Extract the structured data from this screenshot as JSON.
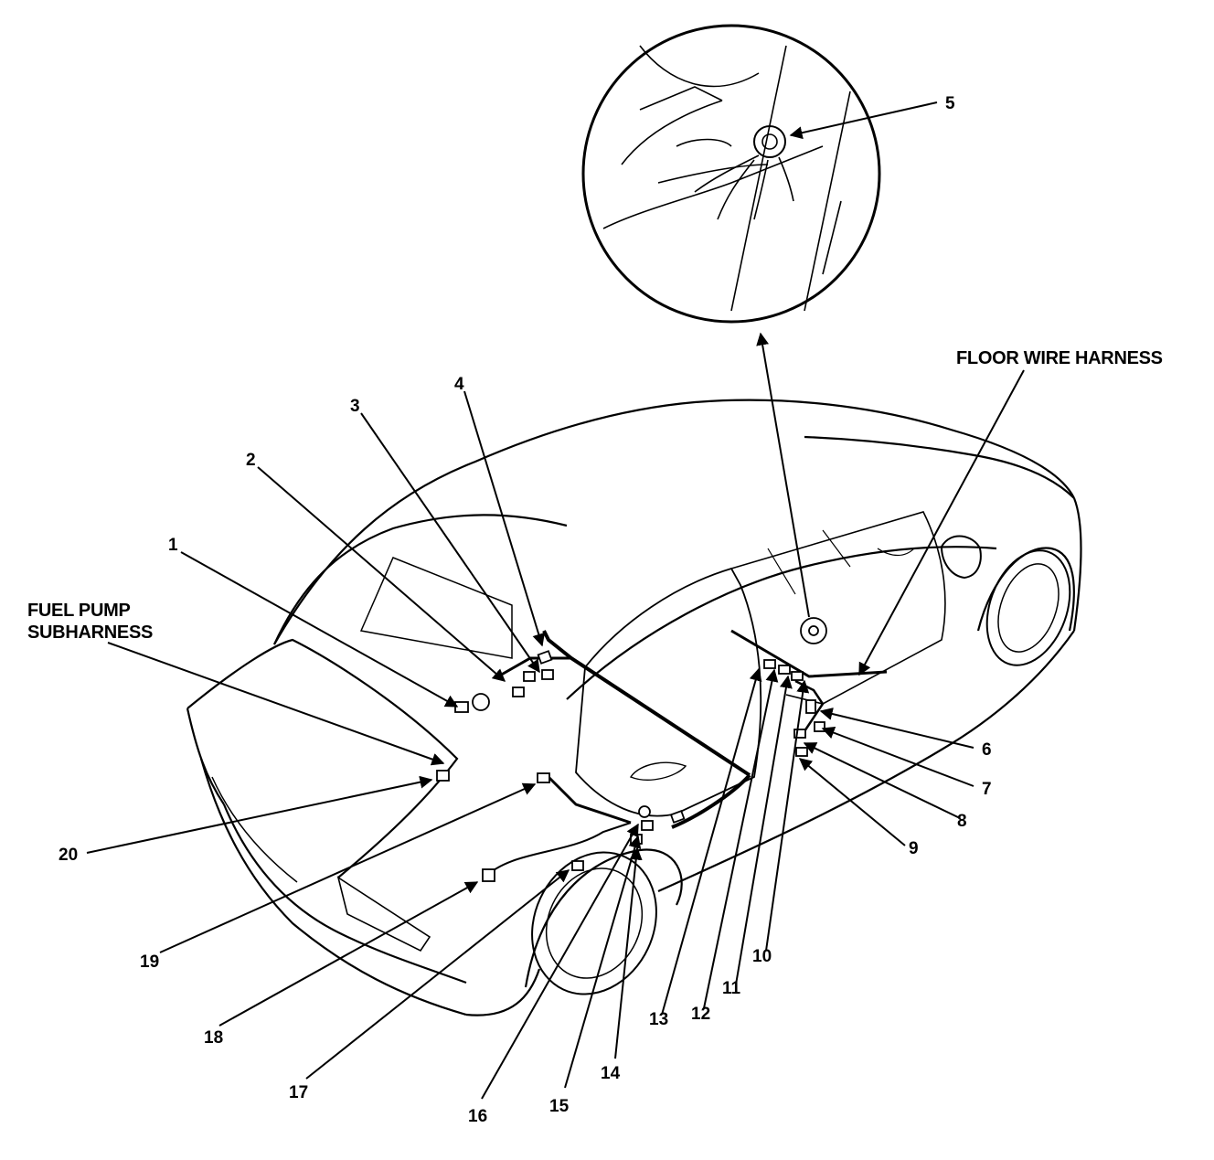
{
  "harness_labels": {
    "floor": "FLOOR WIRE HARNESS",
    "fuel_pump_line1": "FUEL PUMP",
    "fuel_pump_line2": "SUBHARNESS"
  },
  "callouts": [
    "1",
    "2",
    "3",
    "4",
    "5",
    "6",
    "7",
    "8",
    "9",
    "10",
    "11",
    "12",
    "13",
    "14",
    "15",
    "16",
    "17",
    "18",
    "19",
    "20"
  ]
}
